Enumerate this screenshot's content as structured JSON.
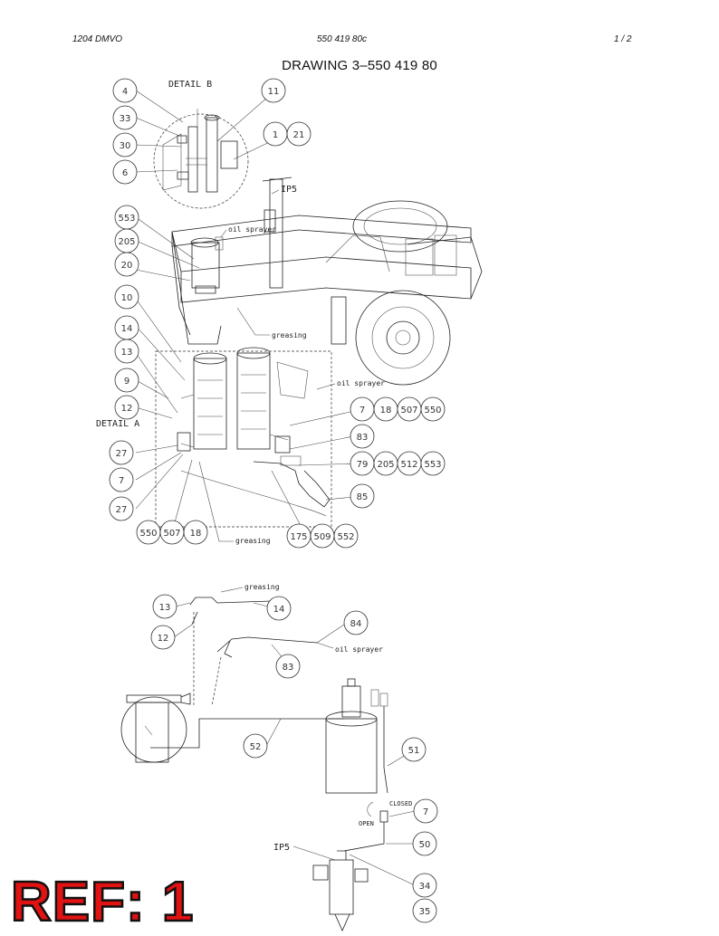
{
  "header": {
    "left": "1204 DMVO",
    "center": "550 419 80c",
    "right": "1 /  2"
  },
  "title": "DRAWING 3–550 419 80",
  "labels": {
    "detail_b": "DETAIL B",
    "detail_a": "DETAIL A",
    "oil_sprayer_top": "oil sprayer",
    "greasing_mid": "greasing",
    "oil_sprayer_mid": "oil sprayer",
    "greasing_bottom": "greasing",
    "greasing_schematic": "greasing",
    "oil_sprayer_schematic": "oil sprayer",
    "closed": "CLOSED",
    "open": "OPEN",
    "ip5_top": "IP5",
    "ip5_bottom": "IP5"
  },
  "callouts": {
    "c4": "4",
    "c11": "11",
    "c33": "33",
    "c30": "30",
    "c1": "1",
    "c21": "21",
    "c6": "6",
    "c553a": "553",
    "c205a": "205",
    "c20": "20",
    "c10": "10",
    "c14": "14",
    "c13": "13",
    "c9": "9",
    "c12": "12",
    "c7a": "7",
    "c18a": "18",
    "c507a": "507",
    "c550a": "550",
    "c83a": "83",
    "c79": "79",
    "c205b": "205",
    "c512": "512",
    "c553b": "553",
    "c27a": "27",
    "c7b": "7",
    "c27b": "27",
    "c85": "85",
    "c550b": "550",
    "c507b": "507",
    "c18b": "18",
    "c175": "175",
    "c509": "509",
    "c552": "552",
    "s13": "13",
    "s14": "14",
    "s12": "12",
    "s84": "84",
    "s83": "83",
    "s52": "52",
    "s51": "51",
    "s7": "7",
    "s50": "50",
    "s34": "34",
    "s35": "35"
  },
  "stamp": "REF: 1"
}
